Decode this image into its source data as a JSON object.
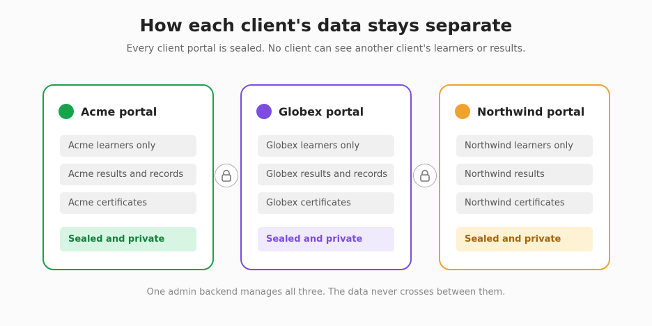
{
  "header": {
    "title": "How each client's data stays separate",
    "subtitle": "Every client portal is sealed. No client can see another client's learners or results."
  },
  "portals": [
    {
      "name": "Acme portal",
      "accent": "#16a34a",
      "status_bg": "#d8f5e3",
      "status_color": "#15803d",
      "items": [
        "Acme learners only",
        "Acme results and records",
        "Acme certificates"
      ],
      "status": "Sealed and private"
    },
    {
      "name": "Globex portal",
      "accent": "#7c4ddf",
      "status_bg": "#efeafc",
      "status_color": "#7c4ddf",
      "items": [
        "Globex learners only",
        "Globex results and records",
        "Globex certificates"
      ],
      "status": "Sealed and private"
    },
    {
      "name": "Northwind portal",
      "accent": "#f0a22e",
      "status_bg": "#fdf2d3",
      "status_color": "#a6650f",
      "items": [
        "Northwind learners only",
        "Northwind results",
        "Northwind certificates"
      ],
      "status": "Sealed and private"
    }
  ],
  "icons": {
    "separator": "lock-icon"
  },
  "footer": "One admin backend manages all three. The data never crosses between them."
}
